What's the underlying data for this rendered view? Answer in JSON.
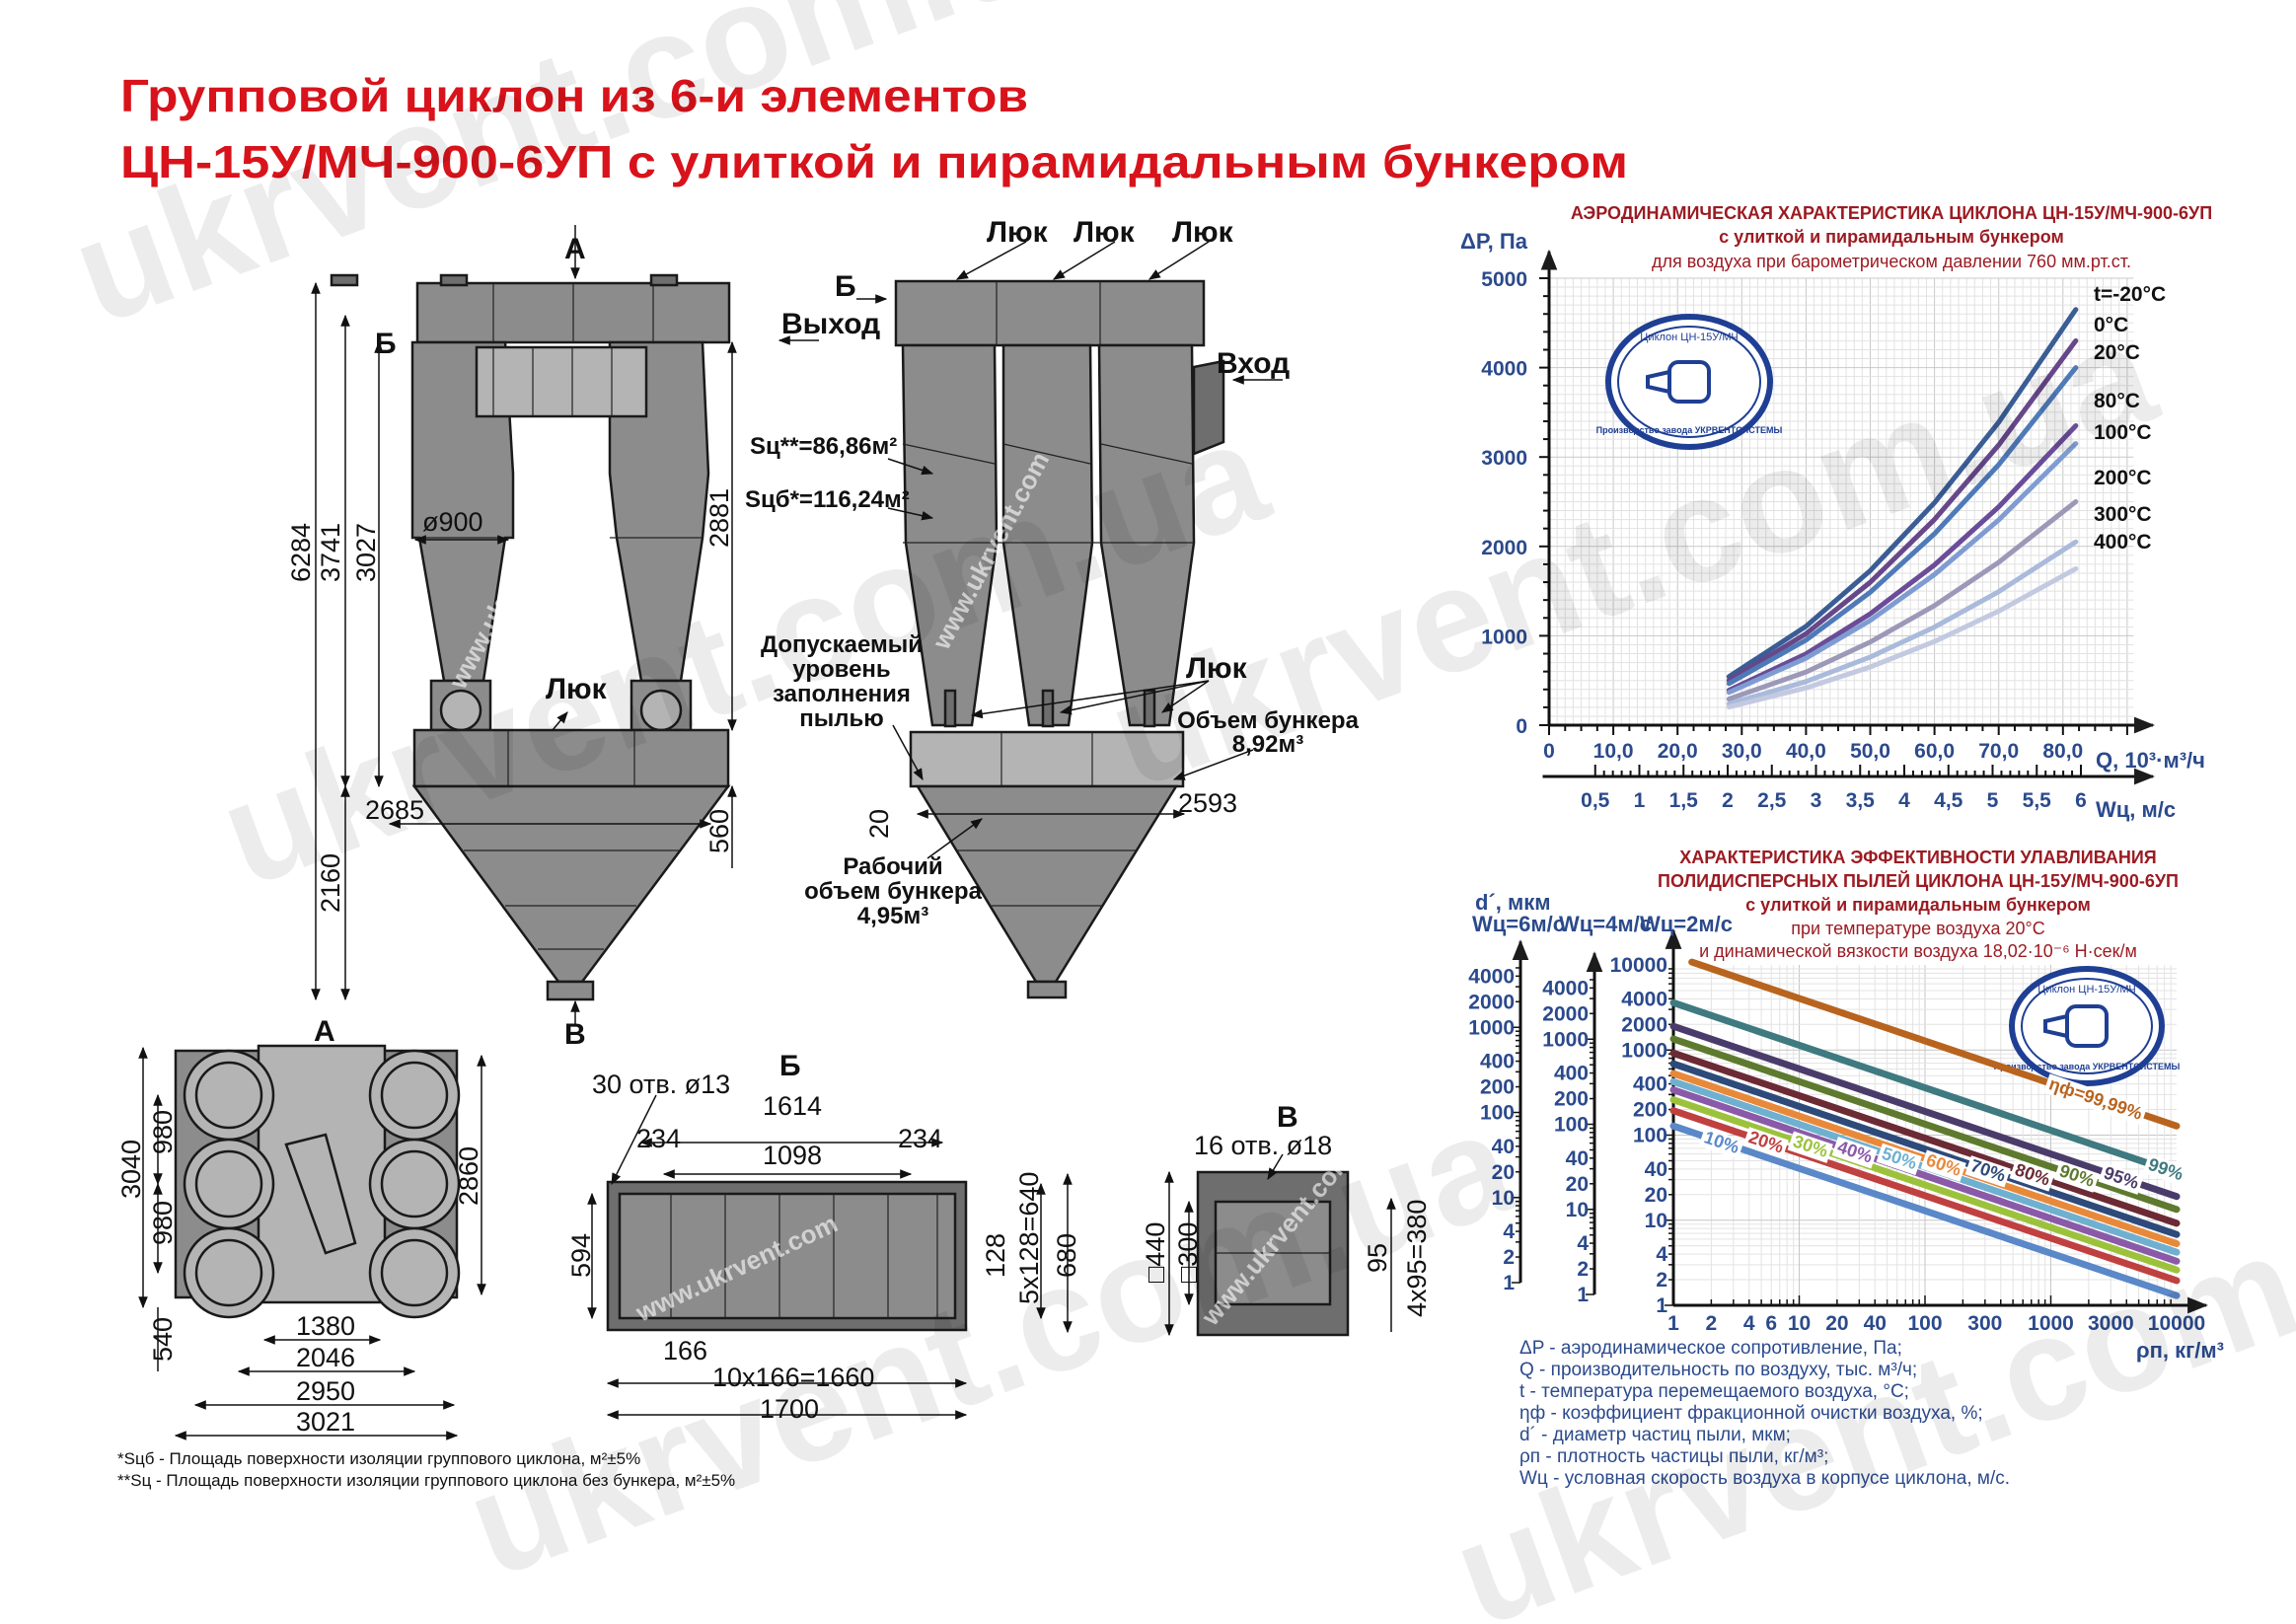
{
  "title": {
    "line1": "Групповой циклон из 6-и элементов",
    "line2": "ЦН-15У/МЧ-900-6УП с улиткой и пирамидальным бункером"
  },
  "watermark": "ukrvent.com.ua",
  "watermark_url": "www.ukrvent.com",
  "logo": {
    "text_top": "Циклон ЦН-15У/МЧ",
    "text_bottom": "Производство завода УКРВЕНТСИСТЕМЫ"
  },
  "drawing": {
    "front": {
      "view_a": "А",
      "view_b": "Б",
      "view_v": "В",
      "dia": "ø900",
      "hatch": "Люк",
      "dims": {
        "h_total": "6284",
        "h_3741": "3741",
        "h_3027": "3027",
        "h_2881": "2881",
        "w_2685": "2685",
        "h_560": "560",
        "h_2160": "2160"
      }
    },
    "side": {
      "hatch": "Люк",
      "view_b": "Б",
      "outlet": "Выход",
      "inlet": "Вход",
      "s_c": "Sц**=86,86м²",
      "s_cb": "Sцб*=116,24м²",
      "fill_level": [
        "Допускаемый",
        "уровень",
        "заполнения",
        "пылью"
      ],
      "hopper_volume": [
        "Объем бункера",
        "8,92м³"
      ],
      "work_volume": [
        "Рабочий",
        "объем бункера",
        "4,95м³"
      ],
      "dims": {
        "h_20": "20",
        "w_2593": "2593"
      }
    },
    "plan_a": {
      "label": "А",
      "dims": {
        "h_3040": "3040",
        "h_980a": "980",
        "h_980b": "980",
        "h_2860": "2860",
        "h_540": "540",
        "w_1380": "1380",
        "w_2046": "2046",
        "w_2950": "2950",
        "w_3021": "3021"
      }
    },
    "flange_b": {
      "label": "Б",
      "holes": "30 отв. ø13",
      "dims": {
        "w_1614": "1614",
        "w_234a": "234",
        "w_1098": "1098",
        "w_234b": "234",
        "h_594": "594",
        "h_128": "128",
        "h_640": "5x128=640",
        "h_680": "680",
        "w_166": "166",
        "w_1660": "10x166=1660",
        "w_1700": "1700"
      }
    },
    "flange_v": {
      "label": "В",
      "holes": "16 отв. ø18",
      "dims": {
        "sq_440": "□440",
        "sq_300": "□300",
        "h_95": "95",
        "h_380": "4x95=380"
      }
    },
    "footnotes": [
      "*Sцб - Площадь поверхности изоляции группового циклона, м²±5%",
      "**Sц - Площадь поверхности изоляции группового циклона без бункера, м²±5%"
    ]
  },
  "legend": [
    "ΔP - аэродинамическое сопротивление, Па;",
    "Q - производительность по воздуху, тыс. м³/ч;",
    "t - температура перемещаемого воздуха, °С;",
    "ηф - коэффициент фракционной очистки воздуха, %;",
    "d´ - диаметр частиц пыли, мкм;",
    "ρп - плотность частицы пыли, кг/м³;",
    "Wц - условная скорость воздуха в корпусе циклона, м/с."
  ],
  "chart_data": [
    {
      "type": "line",
      "title": "АЭРОДИНАМИЧЕСКАЯ  ХАРАКТЕРИСТИКА  ЦИКЛОНА ЦН-15У/МЧ-900-6УП",
      "subtitle": "с улиткой и пирамидальным бункером",
      "subtitle2": "для воздуха при барометрическом давлении 760 мм.рт.ст.",
      "ylabel": "ΔP, Па",
      "xlabel": "Q, 10³·м³/ч",
      "x2label": "Wц, м/с",
      "xlim": [
        0,
        90
      ],
      "ylim": [
        0,
        5000
      ],
      "grid": true,
      "yticks": [
        "0",
        "1000",
        "2000",
        "3000",
        "4000",
        "5000"
      ],
      "xticks": [
        "0",
        "10,0",
        "20,0",
        "30,0",
        "40,0",
        "50,0",
        "60,0",
        "70,0",
        "80,0"
      ],
      "x2ticks": [
        "0,5",
        "1",
        "1,5",
        "2",
        "2,5",
        "3",
        "3,5",
        "4",
        "4,5",
        "5",
        "5,5",
        "6"
      ],
      "x": [
        28,
        40,
        50,
        60,
        70,
        82
      ],
      "series": [
        {
          "name": "t=-20°С",
          "color": "#3a5d96",
          "values": [
            542,
            1106,
            1729,
            2488,
            3389,
            4650
          ]
        },
        {
          "name": "0°С",
          "color": "#66488a",
          "values": [
            501,
            1023,
            1599,
            2301,
            3134,
            4300
          ]
        },
        {
          "name": "20°С",
          "color": "#4f7ab8",
          "values": [
            466,
            952,
            1487,
            2141,
            2914,
            4000
          ]
        },
        {
          "name": "80°С",
          "color": "#6a4c98",
          "values": [
            391,
            797,
            1246,
            1792,
            2442,
            3350
          ]
        },
        {
          "name": "100°С",
          "color": "#7f9cd2",
          "values": [
            367,
            750,
            1172,
            1685,
            2296,
            3150
          ]
        },
        {
          "name": "200°С",
          "color": "#9c98b8",
          "values": [
            292,
            595,
            930,
            1338,
            1822,
            2500
          ]
        },
        {
          "name": "300°С",
          "color": "#a9badb",
          "values": [
            239,
            488,
            762,
            1097,
            1494,
            2050
          ]
        },
        {
          "name": "400°С",
          "color": "#c3c9e0",
          "values": [
            204,
            417,
            651,
            936,
            1276,
            1750
          ]
        }
      ]
    },
    {
      "type": "line",
      "scale": "log-log",
      "title": "ХАРАКТЕРИСТИКА  ЭФФЕКТИВНОСТИ УЛАВЛИВАНИЯ",
      "title2": "ПОЛИДИСПЕРСНЫХ ПЫЛЕЙ ЦИКЛОНА ЦН-15У/МЧ-900-6УП",
      "subtitle": "с улиткой и пирамидальным бункером",
      "subtitle2": "при температуре воздуха 20°С",
      "subtitle3": "и динамической вязкости воздуха  18,02·10⁻⁶ Н·сек/м",
      "ylabel": "d´, мкм",
      "xlabel": "ρп, кг/м³",
      "xlim": [
        1,
        10000
      ],
      "ylim": [
        1,
        10000
      ],
      "grid": true,
      "xticks": [
        "1",
        "2",
        "4",
        "6",
        "10",
        "20",
        "40",
        "100",
        "300",
        "1000",
        "3000",
        "10000"
      ],
      "y_axes": [
        {
          "label": "Wц=6м/с",
          "ticks": [
            "4000",
            "2000",
            "1000",
            "400",
            "200",
            "100",
            "40",
            "20",
            "10",
            "4",
            "2",
            "1"
          ]
        },
        {
          "label": "Wц=4м/с",
          "ticks": [
            "4000",
            "2000",
            "1000",
            "400",
            "200",
            "100",
            "40",
            "20",
            "10",
            "4",
            "2",
            "1"
          ]
        },
        {
          "label": "Wц=2м/с",
          "ticks": [
            "10000",
            "4000",
            "2000",
            "1000",
            "400",
            "200",
            "100",
            "40",
            "20",
            "10",
            "4",
            "2",
            "1"
          ]
        }
      ],
      "series": [
        {
          "name": "ηф=99,99%",
          "color": "#b8641e",
          "x": [
            1.4,
            10000
          ],
          "y": [
            10800,
            128
          ]
        },
        {
          "name": "99%",
          "color": "#3e7a80",
          "x": [
            1,
            10000
          ],
          "y": [
            3600,
            36
          ]
        },
        {
          "name": "95%",
          "color": "#4a3c6a",
          "x": [
            1,
            10000
          ],
          "y": [
            1900,
            19
          ]
        },
        {
          "name": "90%",
          "color": "#5e7a2e",
          "x": [
            1,
            10000
          ],
          "y": [
            1350,
            13.4
          ]
        },
        {
          "name": "80%",
          "color": "#6b2a34",
          "x": [
            1,
            10000
          ],
          "y": [
            920,
            9.2
          ]
        },
        {
          "name": "70%",
          "color": "#2d4a7a",
          "x": [
            1,
            10000
          ],
          "y": [
            690,
            6.8
          ]
        },
        {
          "name": "60%",
          "color": "#e8893a",
          "x": [
            1,
            10000
          ],
          "y": [
            530,
            5.3
          ]
        },
        {
          "name": "50%",
          "color": "#6fb0d0",
          "x": [
            1,
            10000
          ],
          "y": [
            425,
            4.2
          ]
        },
        {
          "name": "40%",
          "color": "#8a5aa8",
          "x": [
            1,
            10000
          ],
          "y": [
            340,
            3.3
          ]
        },
        {
          "name": "30%",
          "color": "#9cc23c",
          "x": [
            1,
            10000
          ],
          "y": [
            260,
            2.6
          ]
        },
        {
          "name": "20%",
          "color": "#c04040",
          "x": [
            1,
            10000
          ],
          "y": [
            194,
            1.95
          ]
        },
        {
          "name": "10%",
          "color": "#5a88c8",
          "x": [
            1,
            10000
          ],
          "y": [
            128,
            1.3
          ]
        }
      ]
    }
  ]
}
